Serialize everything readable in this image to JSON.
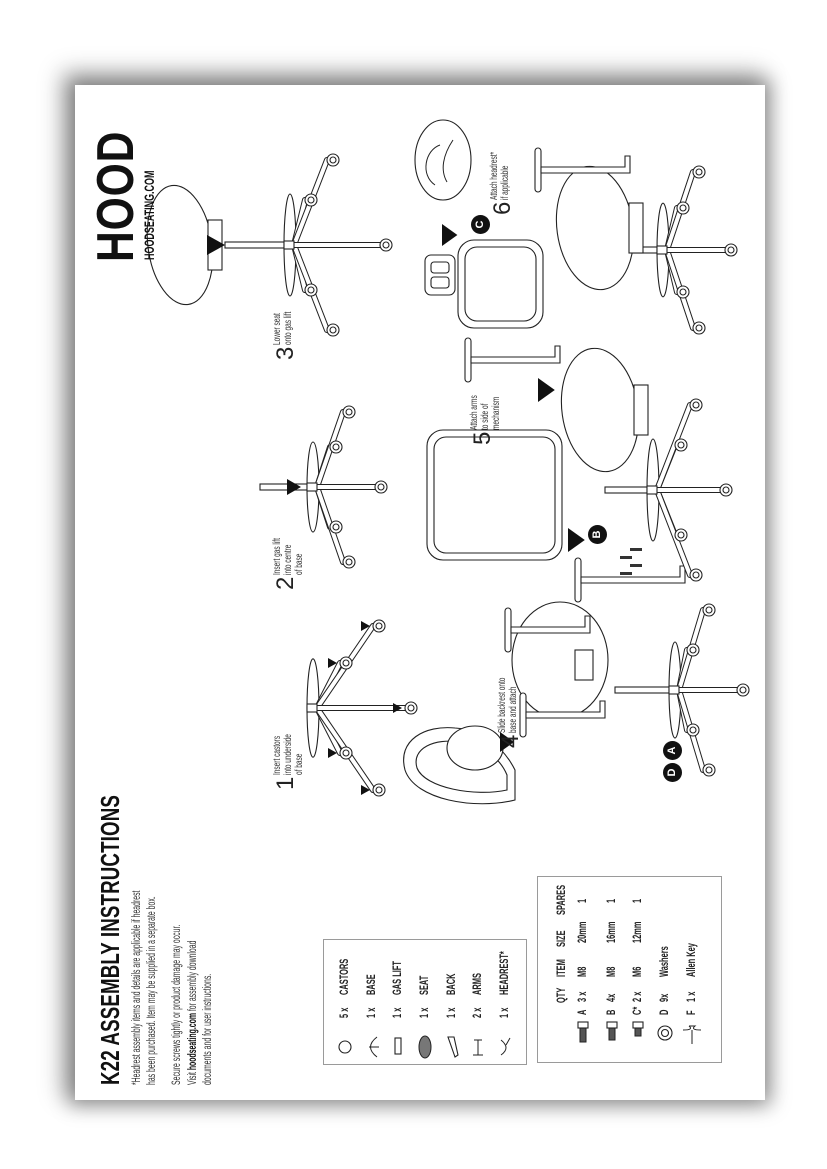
{
  "header": {
    "title": "K22 ASSEMBLY INSTRUCTIONS",
    "notes": [
      [
        "*Headrest assembly items and details are applicable if headrest",
        "has been purchased. Item may be supplied in a separate box."
      ],
      [
        "Secure screws tightly or product damage may occur."
      ],
      [
        "Visit hoodseating.com for assembly download",
        "documents and for user instructions."
      ]
    ],
    "link_text": "hoodseating.com"
  },
  "logo": {
    "mark": "HOOD",
    "url": "HOODSEATING.COM"
  },
  "parts": [
    {
      "icon": "castor-icon",
      "qty": "5 x",
      "name": "CASTORS"
    },
    {
      "icon": "base-icon",
      "qty": "1 x",
      "name": "BASE"
    },
    {
      "icon": "gas-lift-icon",
      "qty": "1 x",
      "name": "GAS LIFT"
    },
    {
      "icon": "seat-icon",
      "qty": "1 x",
      "name": "SEAT"
    },
    {
      "icon": "back-icon",
      "qty": "1 x",
      "name": "BACK"
    },
    {
      "icon": "arms-icon",
      "qty": "2 x",
      "name": "ARMS"
    },
    {
      "icon": "headrest-icon",
      "qty": "1 x",
      "name": "HEADREST*"
    }
  ],
  "hardware": {
    "headers": {
      "qty": "QTY",
      "item": "ITEM",
      "size": "SIZE",
      "spares": "SPARES"
    },
    "rows": [
      {
        "icon": "bolt-icon",
        "letter": "A",
        "qty": "3 x",
        "item": "M8",
        "size": "20mm",
        "spares": "1"
      },
      {
        "icon": "bolt-icon",
        "letter": "B",
        "qty": "4x",
        "item": "M8",
        "size": "16mm",
        "spares": "1"
      },
      {
        "icon": "short-bolt-icon",
        "letter": "C*",
        "qty": "2 x",
        "item": "M6",
        "size": "12mm",
        "spares": "1"
      },
      {
        "icon": "washer-icon",
        "letter": "D",
        "qty": "9x",
        "item": "Washers",
        "size": "",
        "spares": ""
      },
      {
        "icon": "allen-key-icon",
        "letter": "F",
        "qty": "1 x",
        "item": "Allen Key",
        "size": "",
        "spares": ""
      }
    ]
  },
  "steps": [
    {
      "num": "1",
      "lines": [
        "Insert castors",
        "into underside",
        "of base"
      ]
    },
    {
      "num": "2",
      "lines": [
        "Insert gas lift",
        "into centre",
        "of base"
      ]
    },
    {
      "num": "3",
      "lines": [
        "Lower seat",
        "onto gas lift"
      ]
    },
    {
      "num": "4",
      "lines": [
        "Slide backrest onto",
        "base and attach"
      ]
    },
    {
      "num": "5",
      "lines": [
        "Attach arms",
        "to side of",
        "mechanism"
      ]
    },
    {
      "num": "6",
      "lines": [
        "Attach headrest*",
        "if applicable"
      ]
    }
  ],
  "badges": {
    "step4": [
      "D",
      "A"
    ],
    "step5": [
      "B"
    ],
    "step6": [
      "C"
    ]
  }
}
